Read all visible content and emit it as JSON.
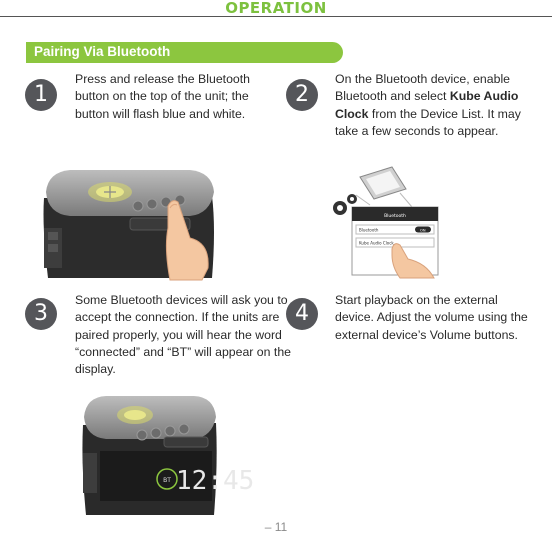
{
  "header": {
    "title": "OPERATION"
  },
  "section": {
    "title": "Pairing Via Bluetooth"
  },
  "steps": [
    {
      "number": "1",
      "text": "Press and release the Bluetooth button on the top of the unit; the button will flash blue and white."
    },
    {
      "number": "2",
      "text_before": "On the Bluetooth device, enable Bluetooth and select ",
      "text_bold": "Kube Audio Clock",
      "text_after": " from the Device List. It may take a few seconds to appear."
    },
    {
      "number": "3",
      "text": "Some Bluetooth devices will ask you to accept the connection. If the units are paired properly, you will hear the word “connected” and “BT” will appear on the display."
    },
    {
      "number": "4",
      "text": "Start playback on the external device. Adjust the volume using the external device’s Volume buttons."
    }
  ],
  "phone_screen": {
    "title": "Bluetooth",
    "bluetooth_label": "Bluetooth",
    "toggle_label": "ON",
    "device_name": "Kube Audio Clock"
  },
  "clock_display": {
    "indicator": "BT",
    "time": "12:45"
  },
  "footer": {
    "page_number": "– 11"
  }
}
